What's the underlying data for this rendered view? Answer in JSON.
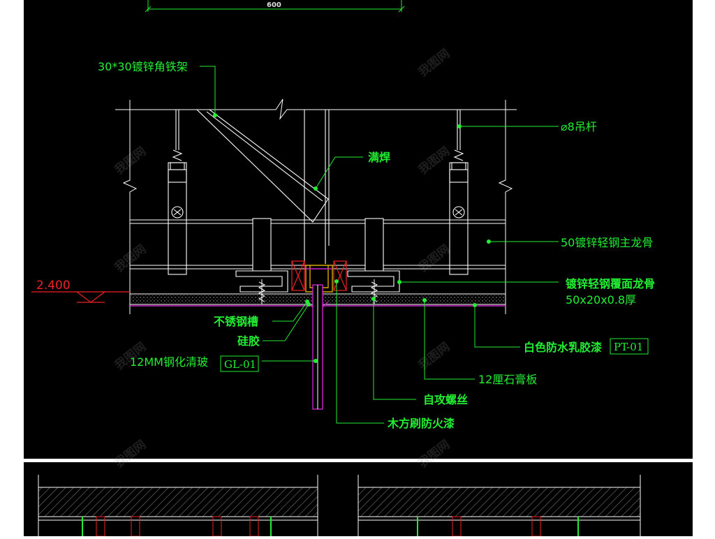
{
  "colors": {
    "background": "#000000",
    "page": "#ffffff",
    "structure": "#ffffff",
    "leader": "#22ee33",
    "glass": "#cc22cc",
    "steel": "#d6a900",
    "elevation": "#ee2222",
    "fill_hatch": "#888888"
  },
  "dimension": {
    "value": "600"
  },
  "elevation": {
    "value": "2.400"
  },
  "labels": {
    "angle_frame": "30*30镀锌角铁架",
    "full_weld": "满焊",
    "hanger_rod": "⌀8吊杆",
    "main_keel": "50镀锌轻钢主龙骨",
    "cover_keel": "镀锌轻钢覆面龙骨",
    "cover_keel_spec": "50x20x0.8厚",
    "steel_slot": "不锈钢槽",
    "silicone": "硅胶",
    "glass": "12MM钢化清玻",
    "glass_tag": "GL-01",
    "paint": "白色防水乳胶漆",
    "paint_tag": "PT-01",
    "gypsum": "12厘石膏板",
    "screw": "自攻螺丝",
    "wood_strip": "木方刷防火漆"
  },
  "watermark": {
    "text": "我图网"
  }
}
